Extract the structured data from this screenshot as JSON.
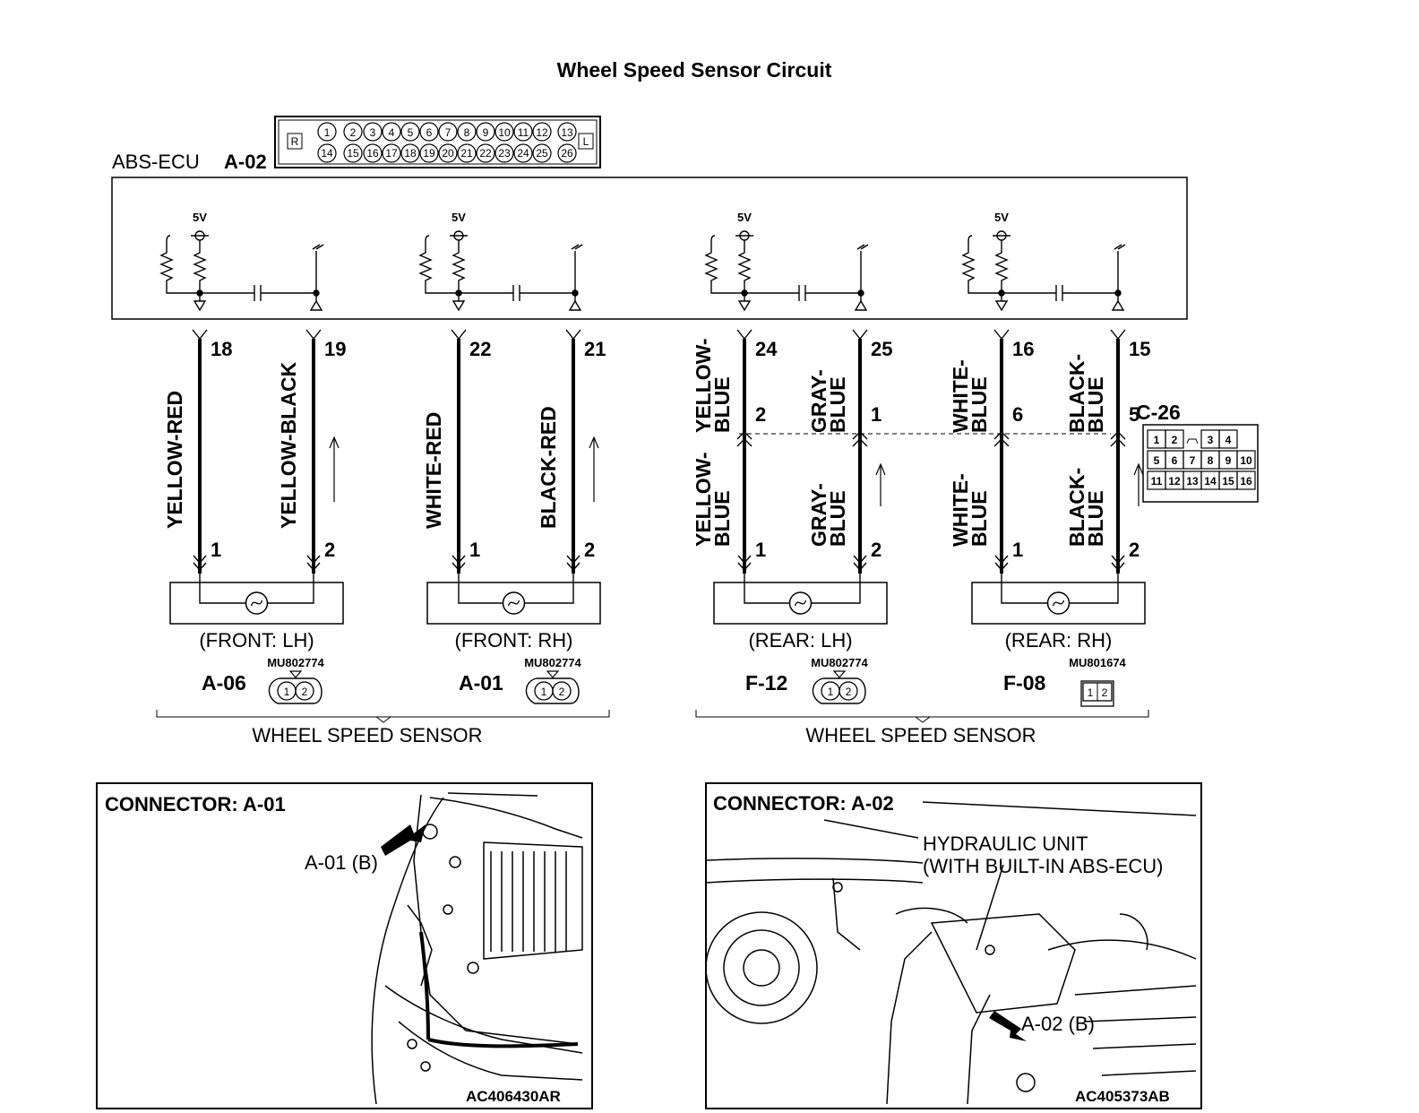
{
  "title": "Wheel Speed Sensor Circuit",
  "ecu": {
    "label": "ABS-ECU",
    "connector": "A-02",
    "pins_top": [
      "1",
      "2",
      "3",
      "4",
      "5",
      "6",
      "7",
      "8",
      "9",
      "10",
      "11",
      "12",
      "13"
    ],
    "pins_bottom": [
      "14",
      "15",
      "16",
      "17",
      "18",
      "19",
      "20",
      "21",
      "22",
      "23",
      "24",
      "25",
      "26"
    ],
    "side_left": "R",
    "side_right": "L",
    "supply": "5V"
  },
  "channels": [
    {
      "ecu_pins": [
        "18",
        "19"
      ],
      "wires": [
        "YELLOW-RED",
        "YELLOW-BLACK"
      ],
      "sensor_pins": [
        "1",
        "2"
      ],
      "position": "(FRONT: LH)",
      "connector": "A-06",
      "part": "MU802774"
    },
    {
      "ecu_pins": [
        "22",
        "21"
      ],
      "wires": [
        "WHITE-RED",
        "BLACK-RED"
      ],
      "sensor_pins": [
        "1",
        "2"
      ],
      "position": "(FRONT: RH)",
      "connector": "A-01",
      "part": "MU802774"
    },
    {
      "ecu_pins": [
        "24",
        "25"
      ],
      "upper_wires": [
        [
          "YELLOW-",
          "BLUE"
        ],
        [
          "GRAY-",
          "BLUE"
        ]
      ],
      "c26_pins": [
        "2",
        "1"
      ],
      "lower_wires": [
        [
          "YELLOW-",
          "BLUE"
        ],
        [
          "GRAY-",
          "BLUE"
        ]
      ],
      "sensor_pins": [
        "1",
        "2"
      ],
      "position": "(REAR: LH)",
      "connector": "F-12",
      "part": "MU802774"
    },
    {
      "ecu_pins": [
        "16",
        "15"
      ],
      "upper_wires": [
        [
          "WHITE-",
          "BLUE"
        ],
        [
          "BLACK-",
          "BLUE"
        ]
      ],
      "c26_pins": [
        "6",
        "5"
      ],
      "lower_wires": [
        [
          "WHITE-",
          "BLUE"
        ],
        [
          "BLACK-",
          "BLUE"
        ]
      ],
      "sensor_pins": [
        "1",
        "2"
      ],
      "position": "(REAR: RH)",
      "connector": "F-08",
      "part": "MU801674"
    }
  ],
  "c26": {
    "label": "C-26",
    "rows": [
      [
        "1",
        "2",
        "",
        "3",
        "4"
      ],
      [
        "5",
        "6",
        "7",
        "8",
        "9",
        "10"
      ],
      [
        "11",
        "12",
        "13",
        "14",
        "15",
        "16"
      ]
    ]
  },
  "group_labels": [
    "WHEEL SPEED SENSOR",
    "WHEEL SPEED SENSOR"
  ],
  "panels": [
    {
      "title": "CONNECTOR: A-01",
      "callout": "A-01 (B)",
      "code": "AC406430AR"
    },
    {
      "title": "CONNECTOR: A-02",
      "callouts": [
        "HYDRAULIC UNIT",
        "(WITH BUILT-IN ABS-ECU)",
        "A-02 (B)"
      ],
      "code": "AC405373AB"
    }
  ]
}
